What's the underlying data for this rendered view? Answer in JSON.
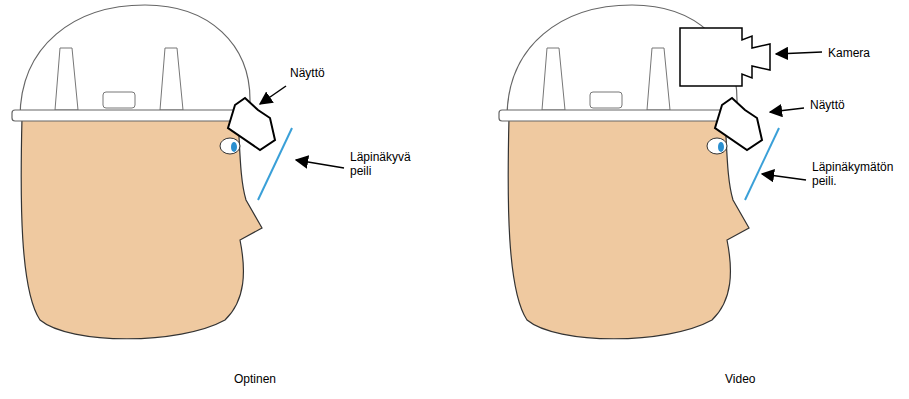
{
  "diagram": {
    "labels": [
      "Näyttö",
      "Läpinäkyvä peili",
      "Optinen",
      "Kamera",
      "Näyttö",
      "Läpinäkymätön peili.",
      "Video"
    ]
  }
}
